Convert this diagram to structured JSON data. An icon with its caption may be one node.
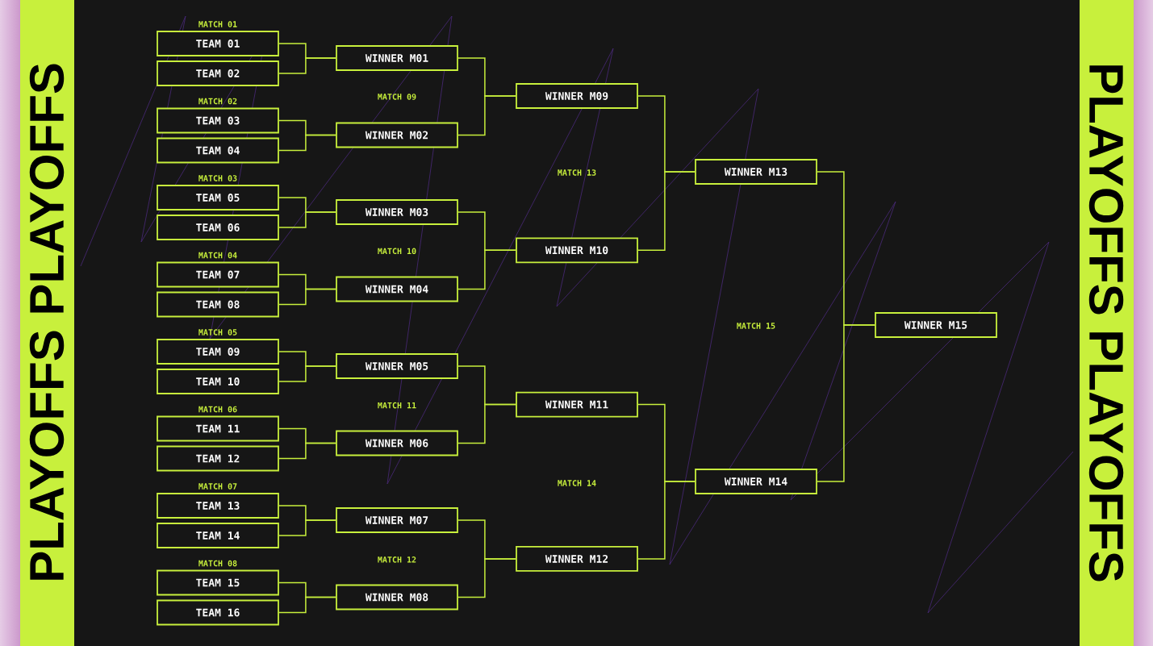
{
  "diagram": {
    "nodes": [
      {
        "text": [
          "TEAM 01"
        ]
      },
      {
        "text": [
          "TEAM 02"
        ]
      },
      {
        "text": [
          "TEAM 03"
        ]
      },
      {
        "text": [
          "TEAM 04"
        ]
      },
      {
        "text": [
          "TEAM 05"
        ]
      },
      {
        "text": [
          "TEAM 06"
        ]
      },
      {
        "text": [
          "TEAM 07"
        ]
      },
      {
        "text": [
          "TEAM 08"
        ]
      },
      {
        "text": [
          "TEAM 09"
        ]
      },
      {
        "text": [
          "TEAM 10"
        ]
      },
      {
        "text": [
          "TEAM 11"
        ]
      },
      {
        "text": [
          "TEAM 12"
        ]
      },
      {
        "text": [
          "TEAM 13"
        ]
      },
      {
        "text": [
          "TEAM 14"
        ]
      },
      {
        "text": [
          "TEAM 15"
        ]
      },
      {
        "text": [
          "TEAM 16"
        ]
      },
      {
        "text": [
          "WINNER M01"
        ]
      },
      {
        "text": [
          "WINNER M02"
        ]
      },
      {
        "text": [
          "WINNER M03"
        ]
      },
      {
        "text": [
          "WINNER M04"
        ]
      },
      {
        "text": [
          "WINNER M05"
        ]
      },
      {
        "text": [
          "WINNER M06"
        ]
      },
      {
        "text": [
          "WINNER M07"
        ]
      },
      {
        "text": [
          "WINNER M08"
        ]
      },
      {
        "text": [
          "WINNER M09"
        ]
      },
      {
        "text": [
          "WINNER M10"
        ]
      },
      {
        "text": [
          "WINNER M11"
        ]
      },
      {
        "text": [
          "WINNER M12"
        ]
      },
      {
        "text": [
          "WINNER M13"
        ]
      },
      {
        "text": [
          "WINNER M14"
        ]
      },
      {
        "text": [
          "WINNER M15"
        ]
      }
    ],
    "edges": [
      {
        "from": 0,
        "to": 16,
        "arrow": "none"
      },
      {
        "from": 1,
        "to": 16,
        "arrow": "none"
      },
      {
        "from": 2,
        "to": 17,
        "arrow": "none"
      },
      {
        "from": 3,
        "to": 17,
        "arrow": "none"
      },
      {
        "from": 4,
        "to": 18,
        "arrow": "none"
      },
      {
        "from": 5,
        "to": 18,
        "arrow": "none"
      },
      {
        "from": 6,
        "to": 19,
        "arrow": "none"
      },
      {
        "from": 7,
        "to": 19,
        "arrow": "none"
      },
      {
        "from": 8,
        "to": 20,
        "arrow": "none"
      },
      {
        "from": 9,
        "to": 20,
        "arrow": "none"
      },
      {
        "from": 10,
        "to": 21,
        "arrow": "none"
      },
      {
        "from": 11,
        "to": 21,
        "arrow": "none"
      },
      {
        "from": 12,
        "to": 22,
        "arrow": "none"
      },
      {
        "from": 13,
        "to": 22,
        "arrow": "none"
      },
      {
        "from": 14,
        "to": 23,
        "arrow": "none"
      },
      {
        "from": 15,
        "to": 23,
        "arrow": "none"
      },
      {
        "from": 16,
        "to": 24,
        "arrow": "none"
      },
      {
        "from": 17,
        "to": 24,
        "arrow": "none"
      },
      {
        "from": 18,
        "to": 25,
        "arrow": "none"
      },
      {
        "from": 19,
        "to": 25,
        "arrow": "none"
      },
      {
        "from": 20,
        "to": 26,
        "arrow": "none"
      },
      {
        "from": 21,
        "to": 26,
        "arrow": "none"
      },
      {
        "from": 22,
        "to": 27,
        "arrow": "none"
      },
      {
        "from": 23,
        "to": 27,
        "arrow": "none"
      },
      {
        "from": 24,
        "to": 28,
        "arrow": "none"
      },
      {
        "from": 25,
        "to": 28,
        "arrow": "none"
      },
      {
        "from": 26,
        "to": 29,
        "arrow": "none"
      },
      {
        "from": 27,
        "to": 29,
        "arrow": "none"
      },
      {
        "from": 28,
        "to": 30,
        "arrow": "none"
      },
      {
        "from": 29,
        "to": 30,
        "arrow": "none"
      }
    ],
    "labels": [
      "PLAYOFFS PLAYOFFS",
      "MATCH 01",
      "MATCH 02",
      "MATCH 03",
      "MATCH 04",
      "MATCH 05",
      "MATCH 06",
      "MATCH 07",
      "MATCH 08",
      "MATCH 09",
      "MATCH 10",
      "MATCH 11",
      "MATCH 12",
      "MATCH 13",
      "MATCH 14",
      "MATCH 15",
      "PLAYOFFS PLAYOFFS"
    ]
  }
}
